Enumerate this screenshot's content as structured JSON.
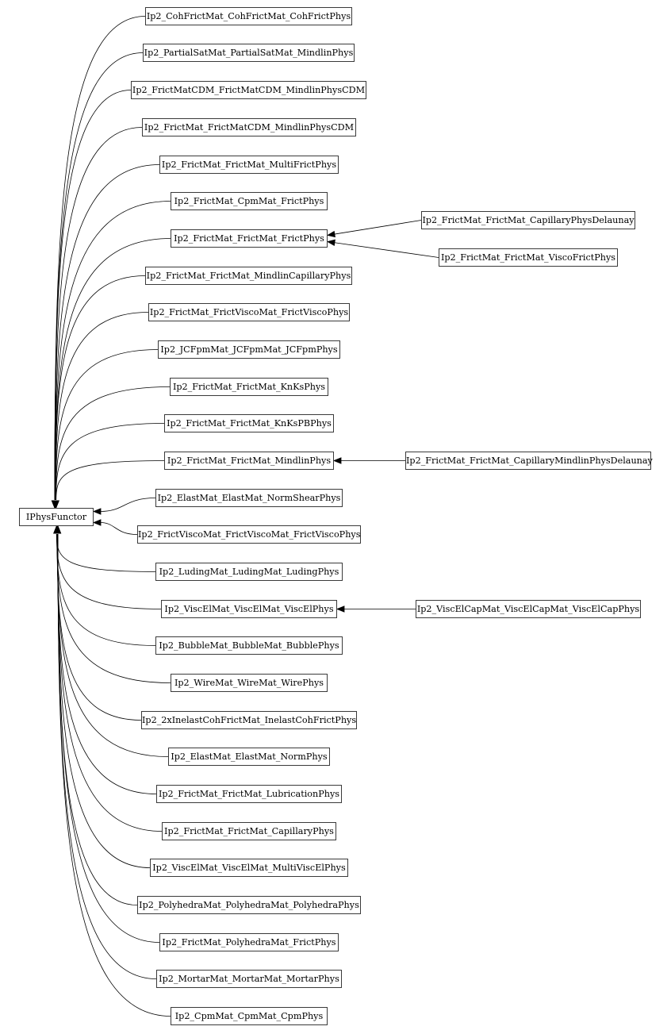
{
  "graph": {
    "root": "IPhysFunctor",
    "nodes": [
      {
        "id": "IPhysFunctor",
        "label": "IPhysFunctor"
      },
      {
        "id": "cohfrict",
        "label": "Ip2_CohFrictMat_CohFrictMat_CohFrictPhys"
      },
      {
        "id": "partialsat",
        "label": "Ip2_PartialSatMat_PartialSatMat_MindlinPhys"
      },
      {
        "id": "frictcdm_cdm",
        "label": "Ip2_FrictMatCDM_FrictMatCDM_MindlinPhysCDM"
      },
      {
        "id": "frict_cdm",
        "label": "Ip2_FrictMat_FrictMatCDM_MindlinPhysCDM"
      },
      {
        "id": "multifrict",
        "label": "Ip2_FrictMat_FrictMat_MultiFrictPhys"
      },
      {
        "id": "cpmfrict",
        "label": "Ip2_FrictMat_CpmMat_FrictPhys"
      },
      {
        "id": "frictphys",
        "label": "Ip2_FrictMat_FrictMat_FrictPhys"
      },
      {
        "id": "mindlincap",
        "label": "Ip2_FrictMat_FrictMat_MindlinCapillaryPhys"
      },
      {
        "id": "frictvisco1",
        "label": "Ip2_FrictMat_FrictViscoMat_FrictViscoPhys"
      },
      {
        "id": "jcfpm",
        "label": "Ip2_JCFpmMat_JCFpmMat_JCFpmPhys"
      },
      {
        "id": "knks",
        "label": "Ip2_FrictMat_FrictMat_KnKsPhys"
      },
      {
        "id": "knkspb",
        "label": "Ip2_FrictMat_FrictMat_KnKsPBPhys"
      },
      {
        "id": "mindlin",
        "label": "Ip2_FrictMat_FrictMat_MindlinPhys"
      },
      {
        "id": "normshear",
        "label": "Ip2_ElastMat_ElastMat_NormShearPhys"
      },
      {
        "id": "frictvisco2",
        "label": "Ip2_FrictViscoMat_FrictViscoMat_FrictViscoPhys"
      },
      {
        "id": "luding",
        "label": "Ip2_LudingMat_LudingMat_LudingPhys"
      },
      {
        "id": "viscel",
        "label": "Ip2_ViscElMat_ViscElMat_ViscElPhys"
      },
      {
        "id": "bubble",
        "label": "Ip2_BubbleMat_BubbleMat_BubblePhys"
      },
      {
        "id": "wire",
        "label": "Ip2_WireMat_WireMat_WirePhys"
      },
      {
        "id": "inelast",
        "label": "Ip2_2xInelastCohFrictMat_InelastCohFrictPhys"
      },
      {
        "id": "norm",
        "label": "Ip2_ElastMat_ElastMat_NormPhys"
      },
      {
        "id": "lubrication",
        "label": "Ip2_FrictMat_FrictMat_LubricationPhys"
      },
      {
        "id": "capillary",
        "label": "Ip2_FrictMat_FrictMat_CapillaryPhys"
      },
      {
        "id": "multiviscel",
        "label": "Ip2_ViscElMat_ViscElMat_MultiViscElPhys"
      },
      {
        "id": "polyhedra",
        "label": "Ip2_PolyhedraMat_PolyhedraMat_PolyhedraPhys"
      },
      {
        "id": "polyfrict",
        "label": "Ip2_FrictMat_PolyhedraMat_FrictPhys"
      },
      {
        "id": "mortar",
        "label": "Ip2_MortarMat_MortarMat_MortarPhys"
      },
      {
        "id": "cpm",
        "label": "Ip2_CpmMat_CpmMat_CpmPhys"
      },
      {
        "id": "capdelaunay",
        "label": "Ip2_FrictMat_FrictMat_CapillaryPhysDelaunay"
      },
      {
        "id": "viscofrict",
        "label": "Ip2_FrictMat_FrictMat_ViscoFrictPhys"
      },
      {
        "id": "capmindlindelaunay",
        "label": "Ip2_FrictMat_FrictMat_CapillaryMindlinPhysDelaunay"
      },
      {
        "id": "viscelcap",
        "label": "Ip2_ViscElCapMat_ViscElCapMat_ViscElCapPhys"
      }
    ],
    "edges": [
      {
        "from": "cohfrict",
        "to": "IPhysFunctor"
      },
      {
        "from": "partialsat",
        "to": "IPhysFunctor"
      },
      {
        "from": "frictcdm_cdm",
        "to": "IPhysFunctor"
      },
      {
        "from": "frict_cdm",
        "to": "IPhysFunctor"
      },
      {
        "from": "multifrict",
        "to": "IPhysFunctor"
      },
      {
        "from": "cpmfrict",
        "to": "IPhysFunctor"
      },
      {
        "from": "frictphys",
        "to": "IPhysFunctor"
      },
      {
        "from": "mindlincap",
        "to": "IPhysFunctor"
      },
      {
        "from": "frictvisco1",
        "to": "IPhysFunctor"
      },
      {
        "from": "jcfpm",
        "to": "IPhysFunctor"
      },
      {
        "from": "knks",
        "to": "IPhysFunctor"
      },
      {
        "from": "knkspb",
        "to": "IPhysFunctor"
      },
      {
        "from": "mindlin",
        "to": "IPhysFunctor"
      },
      {
        "from": "normshear",
        "to": "IPhysFunctor"
      },
      {
        "from": "frictvisco2",
        "to": "IPhysFunctor"
      },
      {
        "from": "luding",
        "to": "IPhysFunctor"
      },
      {
        "from": "viscel",
        "to": "IPhysFunctor"
      },
      {
        "from": "bubble",
        "to": "IPhysFunctor"
      },
      {
        "from": "wire",
        "to": "IPhysFunctor"
      },
      {
        "from": "inelast",
        "to": "IPhysFunctor"
      },
      {
        "from": "norm",
        "to": "IPhysFunctor"
      },
      {
        "from": "lubrication",
        "to": "IPhysFunctor"
      },
      {
        "from": "capillary",
        "to": "IPhysFunctor"
      },
      {
        "from": "multiviscel",
        "to": "IPhysFunctor"
      },
      {
        "from": "polyhedra",
        "to": "IPhysFunctor"
      },
      {
        "from": "polyfrict",
        "to": "IPhysFunctor"
      },
      {
        "from": "mortar",
        "to": "IPhysFunctor"
      },
      {
        "from": "cpm",
        "to": "IPhysFunctor"
      },
      {
        "from": "capdelaunay",
        "to": "frictphys"
      },
      {
        "from": "viscofrict",
        "to": "frictphys"
      },
      {
        "from": "capmindlindelaunay",
        "to": "mindlin"
      },
      {
        "from": "viscelcap",
        "to": "viscel"
      }
    ]
  },
  "colors": {
    "node_border": "#3a3a3a",
    "node_fill": "#ffffff",
    "edge": "#000000",
    "text": "#000000",
    "background": "#ffffff"
  }
}
